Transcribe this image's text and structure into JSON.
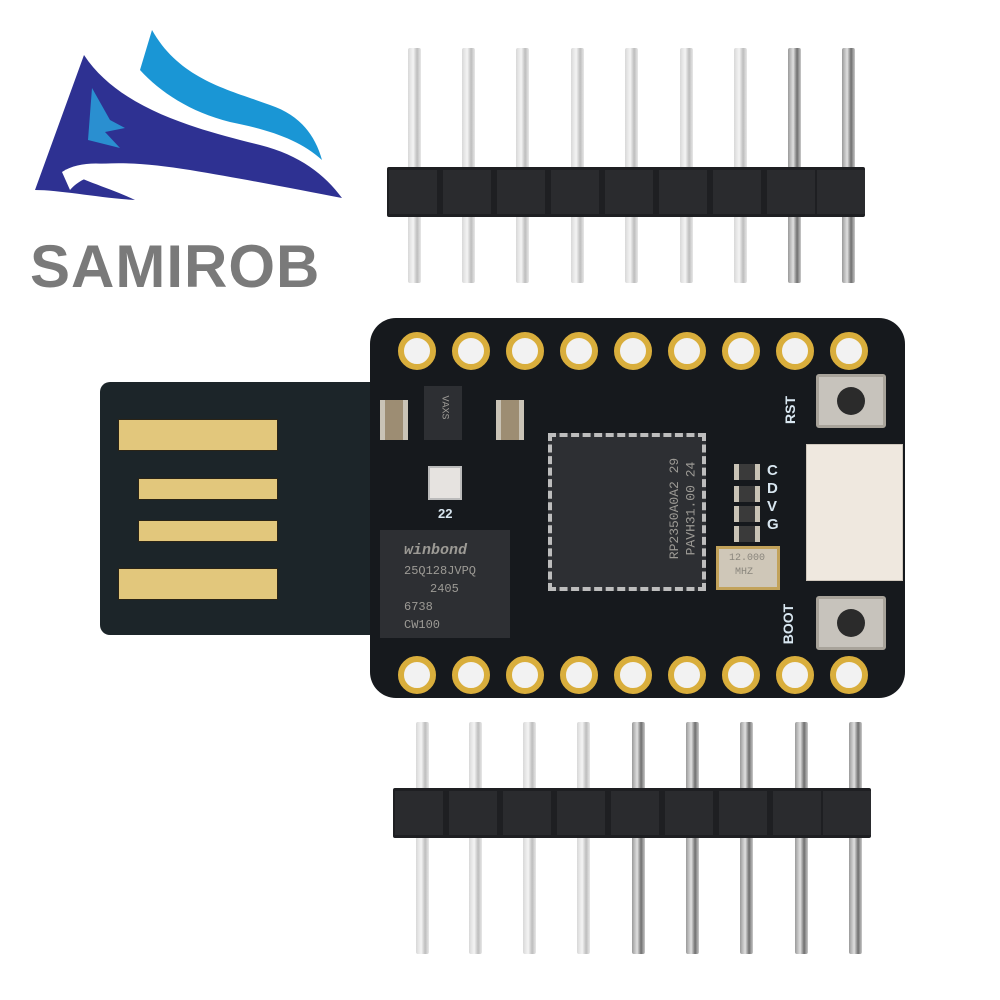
{
  "logo": {
    "brand_name": "SAMIROB",
    "colors": {
      "dark_blue": "#2e3192",
      "light_blue": "#1a96d5",
      "text_gray": "#7a7a7a"
    }
  },
  "board": {
    "mcu_marking_line1": "RP2350A0A2 29",
    "mcu_marking_line2": "PAVH31.00 24",
    "flash_brand": "winbond",
    "flash_part": "25Q128JVPQ",
    "flash_date": "2405",
    "flash_lot1": "6738",
    "flash_lot2": "CW100",
    "crystal_marking_line1": "12.000",
    "crystal_marking_line2": "MHZ",
    "regulator_marking": "VAXS",
    "led_label": "22",
    "rst_label": "RST",
    "boot_label": "BOOT",
    "connector_labels": [
      "C",
      "D",
      "V",
      "G"
    ],
    "pcb_color": "#16191d",
    "gold_color": "#e2c77c",
    "usb_contacts": 4,
    "top_pad_count": 9,
    "bottom_pad_count": 9
  },
  "pin_headers": {
    "top": {
      "pin_count": 9
    },
    "bottom": {
      "pin_count": 9
    }
  }
}
